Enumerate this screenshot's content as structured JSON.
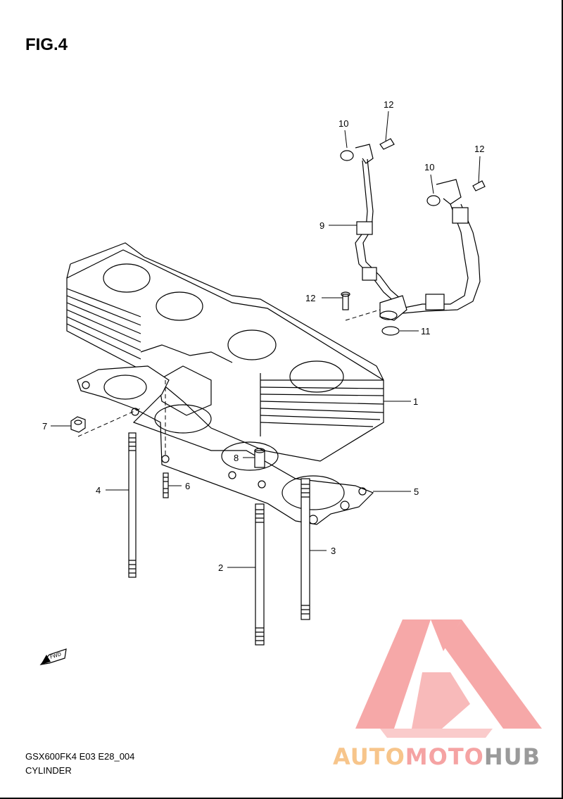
{
  "figure": {
    "title": "FIG.4"
  },
  "callouts": [
    {
      "id": "c1",
      "label": "1"
    },
    {
      "id": "c2",
      "label": "2"
    },
    {
      "id": "c3",
      "label": "3"
    },
    {
      "id": "c4",
      "label": "4"
    },
    {
      "id": "c5",
      "label": "5"
    },
    {
      "id": "c6",
      "label": "6"
    },
    {
      "id": "c7",
      "label": "7"
    },
    {
      "id": "c8",
      "label": "8"
    },
    {
      "id": "c9",
      "label": "9"
    },
    {
      "id": "c10a",
      "label": "10"
    },
    {
      "id": "c10b",
      "label": "10"
    },
    {
      "id": "c11",
      "label": "11"
    },
    {
      "id": "c12a",
      "label": "12"
    },
    {
      "id": "c12b",
      "label": "12"
    },
    {
      "id": "c12c",
      "label": "12"
    }
  ],
  "fwd_marker": {
    "label": "FWD"
  },
  "footer": {
    "model_code": "GSX600FK4 E03 E28_004",
    "section_name": "CYLINDER"
  },
  "watermark": {
    "part1": "AUTO",
    "part2": "MOTO",
    "part3": "HUB",
    "colors": {
      "logo": "#f59a9a",
      "auto": "#f7c58b",
      "moto": "#f5a3a3",
      "hub": "#9a9a9a"
    }
  }
}
